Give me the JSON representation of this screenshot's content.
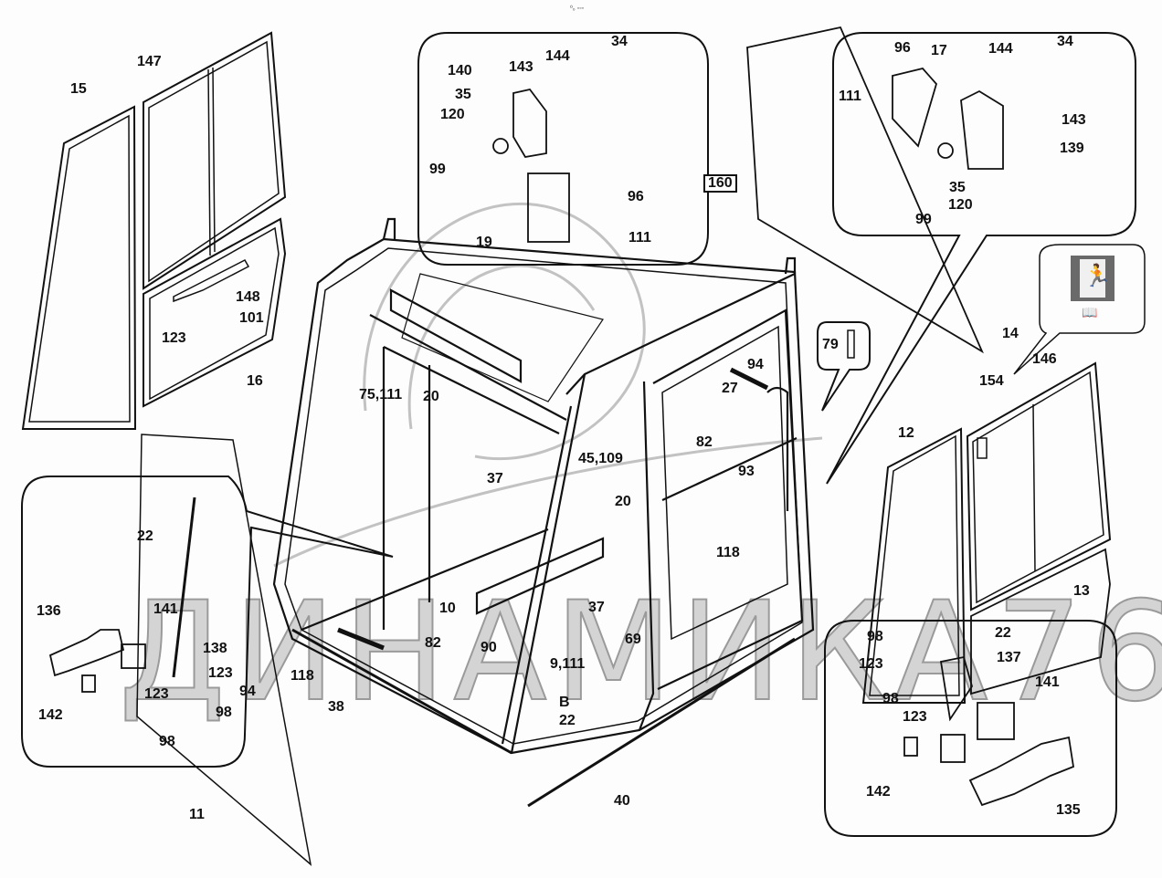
{
  "header": {
    "code": "⁰₀ ◦◦◦"
  },
  "watermark": "ДИНАМИКА76",
  "colors": {
    "line": "#111111",
    "watermark": "#b8b8b8",
    "background": "#fdfdfd",
    "exit_sign": "#555555"
  },
  "callouts": {
    "top_center": {
      "name": "rear-latch-detail",
      "labels": [
        "34",
        "144",
        "143",
        "140",
        "35",
        "120",
        "99",
        "96",
        "19",
        "111"
      ]
    },
    "top_right": {
      "name": "front-latch-detail",
      "labels": [
        "96",
        "17",
        "144",
        "34",
        "111",
        "143",
        "139",
        "35",
        "120",
        "99"
      ]
    },
    "bottom_left": {
      "name": "left-door-handle-detail",
      "labels": [
        "22",
        "136",
        "141",
        "138",
        "123",
        "123",
        "98",
        "142",
        "98"
      ]
    },
    "bottom_right": {
      "name": "right-door-handle-detail",
      "labels": [
        "98",
        "22",
        "123",
        "137",
        "98",
        "123",
        "141",
        "142",
        "135"
      ]
    },
    "pin": {
      "name": "pin-detail",
      "labels": [
        "79"
      ]
    },
    "exit_sign": {
      "name": "emergency-exit-sign",
      "icon": "emergency-exit-icon",
      "book_icon": "manual-book-icon"
    }
  },
  "parts": {
    "left_side": [
      "147",
      "15",
      "148",
      "101",
      "123",
      "16"
    ],
    "right_side": [
      "14",
      "154",
      "146",
      "12",
      "13"
    ],
    "cab_top": [
      "160"
    ],
    "cab_body": [
      "75,111",
      "20",
      "37",
      "45,109",
      "20",
      "10",
      "37",
      "69",
      "82",
      "90",
      "9,111",
      "94",
      "27",
      "82",
      "93",
      "118",
      "B",
      "22"
    ],
    "bottom": [
      "118",
      "94",
      "38",
      "40",
      "11"
    ]
  }
}
